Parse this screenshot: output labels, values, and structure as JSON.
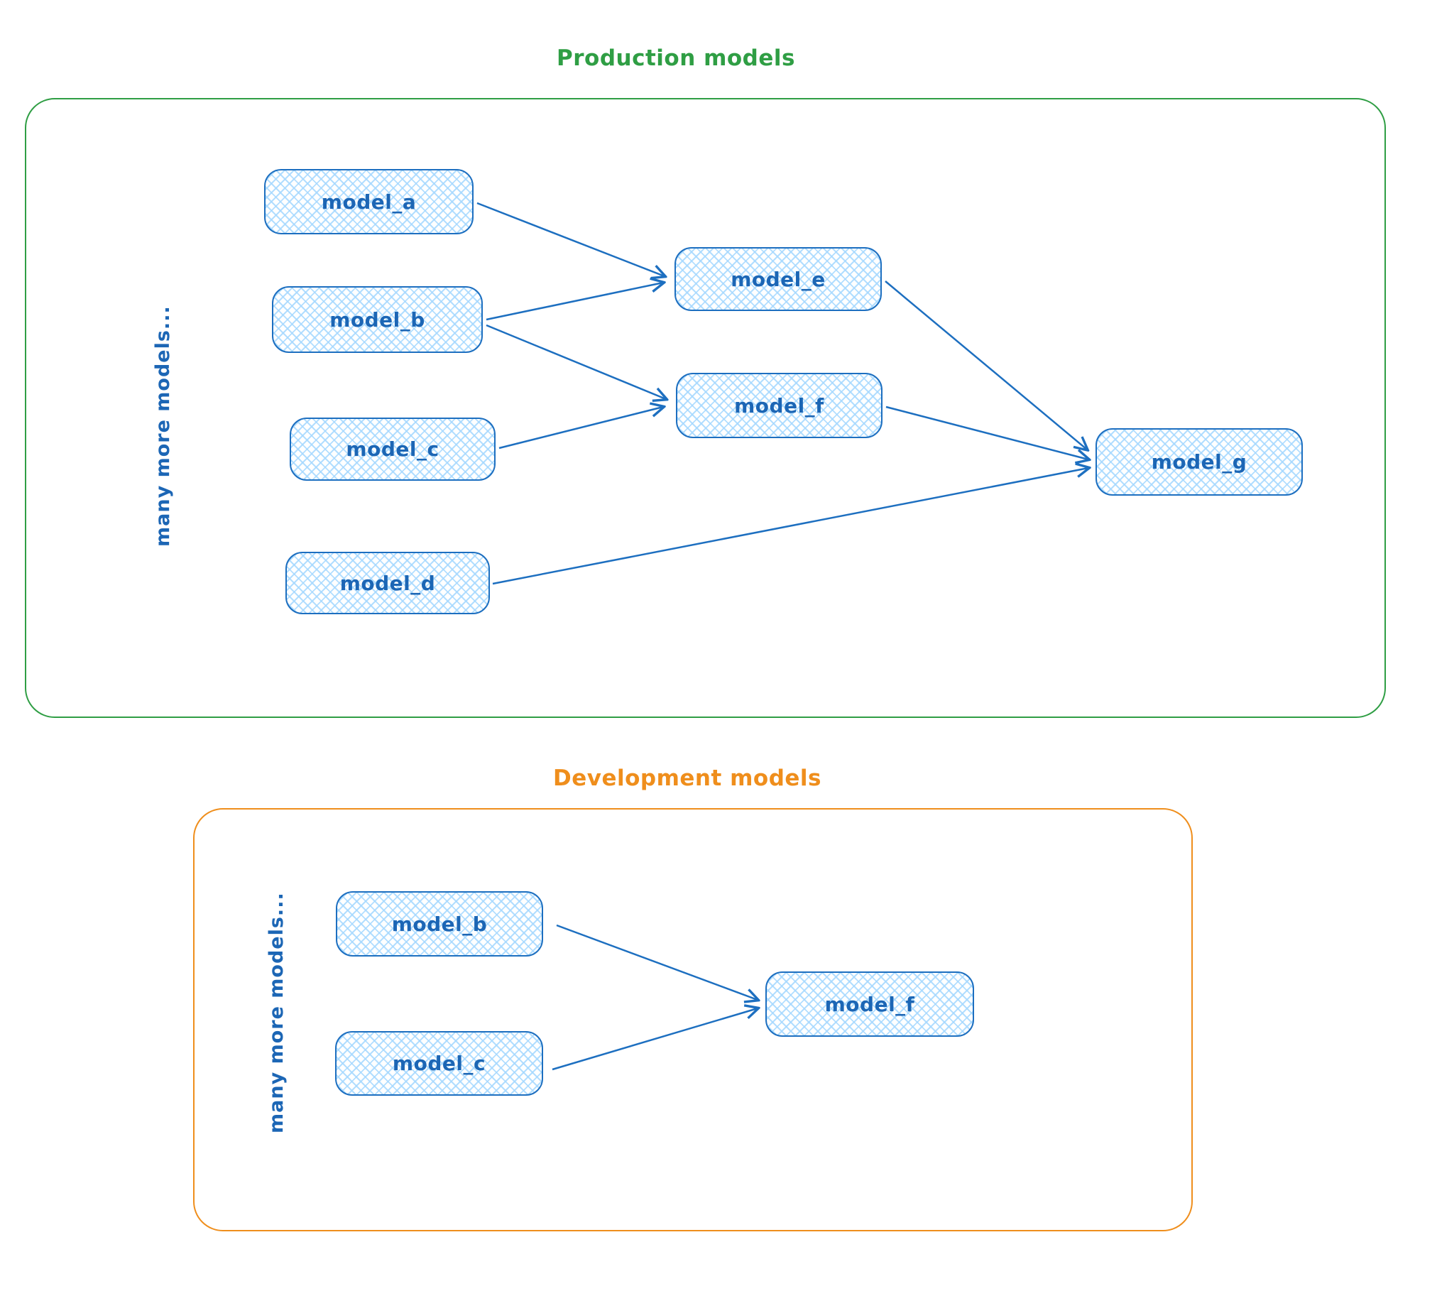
{
  "production": {
    "title": "Production models",
    "side_label": "many more models...",
    "nodes": {
      "model_a": {
        "label": "model_a"
      },
      "model_b": {
        "label": "model_b"
      },
      "model_c": {
        "label": "model_c"
      },
      "model_d": {
        "label": "model_d"
      },
      "model_e": {
        "label": "model_e"
      },
      "model_f": {
        "label": "model_f"
      },
      "model_g": {
        "label": "model_g"
      }
    },
    "edges": [
      {
        "from": "model_a",
        "to": "model_e"
      },
      {
        "from": "model_b",
        "to": "model_e"
      },
      {
        "from": "model_b",
        "to": "model_f"
      },
      {
        "from": "model_c",
        "to": "model_f"
      },
      {
        "from": "model_e",
        "to": "model_g"
      },
      {
        "from": "model_f",
        "to": "model_g"
      },
      {
        "from": "model_d",
        "to": "model_g"
      }
    ]
  },
  "development": {
    "title": "Development models",
    "side_label": "many more models...",
    "nodes": {
      "model_b": {
        "label": "model_b"
      },
      "model_c": {
        "label": "model_c"
      },
      "model_f": {
        "label": "model_f"
      }
    },
    "edges": [
      {
        "from": "model_b",
        "to": "model_f"
      },
      {
        "from": "model_c",
        "to": "model_f"
      }
    ]
  },
  "colors": {
    "node_stroke": "#1d6fc0",
    "node_fill": "#a5d8ff",
    "node_text": "#1c66b5",
    "production_border": "#2f9e44",
    "development_border": "#ef8e1c",
    "arrow": "#1d6fc0"
  }
}
